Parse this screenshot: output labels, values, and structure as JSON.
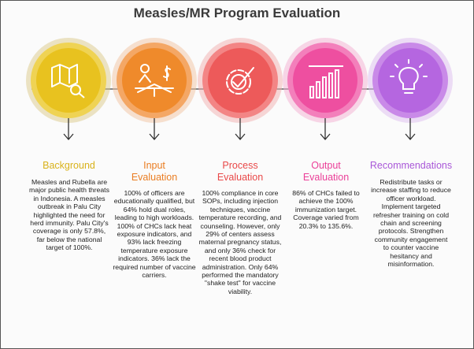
{
  "title": "Measles/MR Program Evaluation",
  "colors": {
    "yellow": "#e8c21f",
    "orange": "#ef8a2b",
    "red": "#ed5a5a",
    "pink": "#ee4fa0",
    "purple": "#b566e0"
  },
  "columns": [
    {
      "icon": "map-search-icon",
      "title": "Background",
      "body": "Measles and Rubella are major public health threats in Indonesia. A measles outbreak in Palu City highlighted the need for herd immunity. Palu City's coverage is only 57.8%, far below the national target of 100%."
    },
    {
      "icon": "person-scale-icon",
      "title": "Input Evaluation",
      "body": "100% of officers are educationally qualified, but 64% hold dual roles, leading to high workloads. 100% of CHCs lack heat exposure indicators, and 93% lack freezing temperature exposure indicators. 36% lack the required number of vaccine carriers."
    },
    {
      "icon": "gear-check-icon",
      "title": "Process Evaluation",
      "body": "100% compliance in core SOPs, including injection techniques, vaccine temperature recording, and counseling. However, only 29% of centers assess maternal pregnancy status, and only 36% check for recent blood product administration. Only 64% performed the mandatory \"shake test\" for vaccine viability."
    },
    {
      "icon": "bar-chart-icon",
      "title": "Output Evaluation",
      "body": "86% of CHCs failed to achieve the 100% immunization target. Coverage varied from 20.3% to 135.6%."
    },
    {
      "icon": "lightbulb-icon",
      "title": "Recommendations",
      "body": "Redistribute tasks or increase staffing to reduce officer workload. Implement targeted refresher training on cold chain and screening protocols. Strengthen community engagement to counter vaccine hesitancy and misinformation."
    }
  ]
}
